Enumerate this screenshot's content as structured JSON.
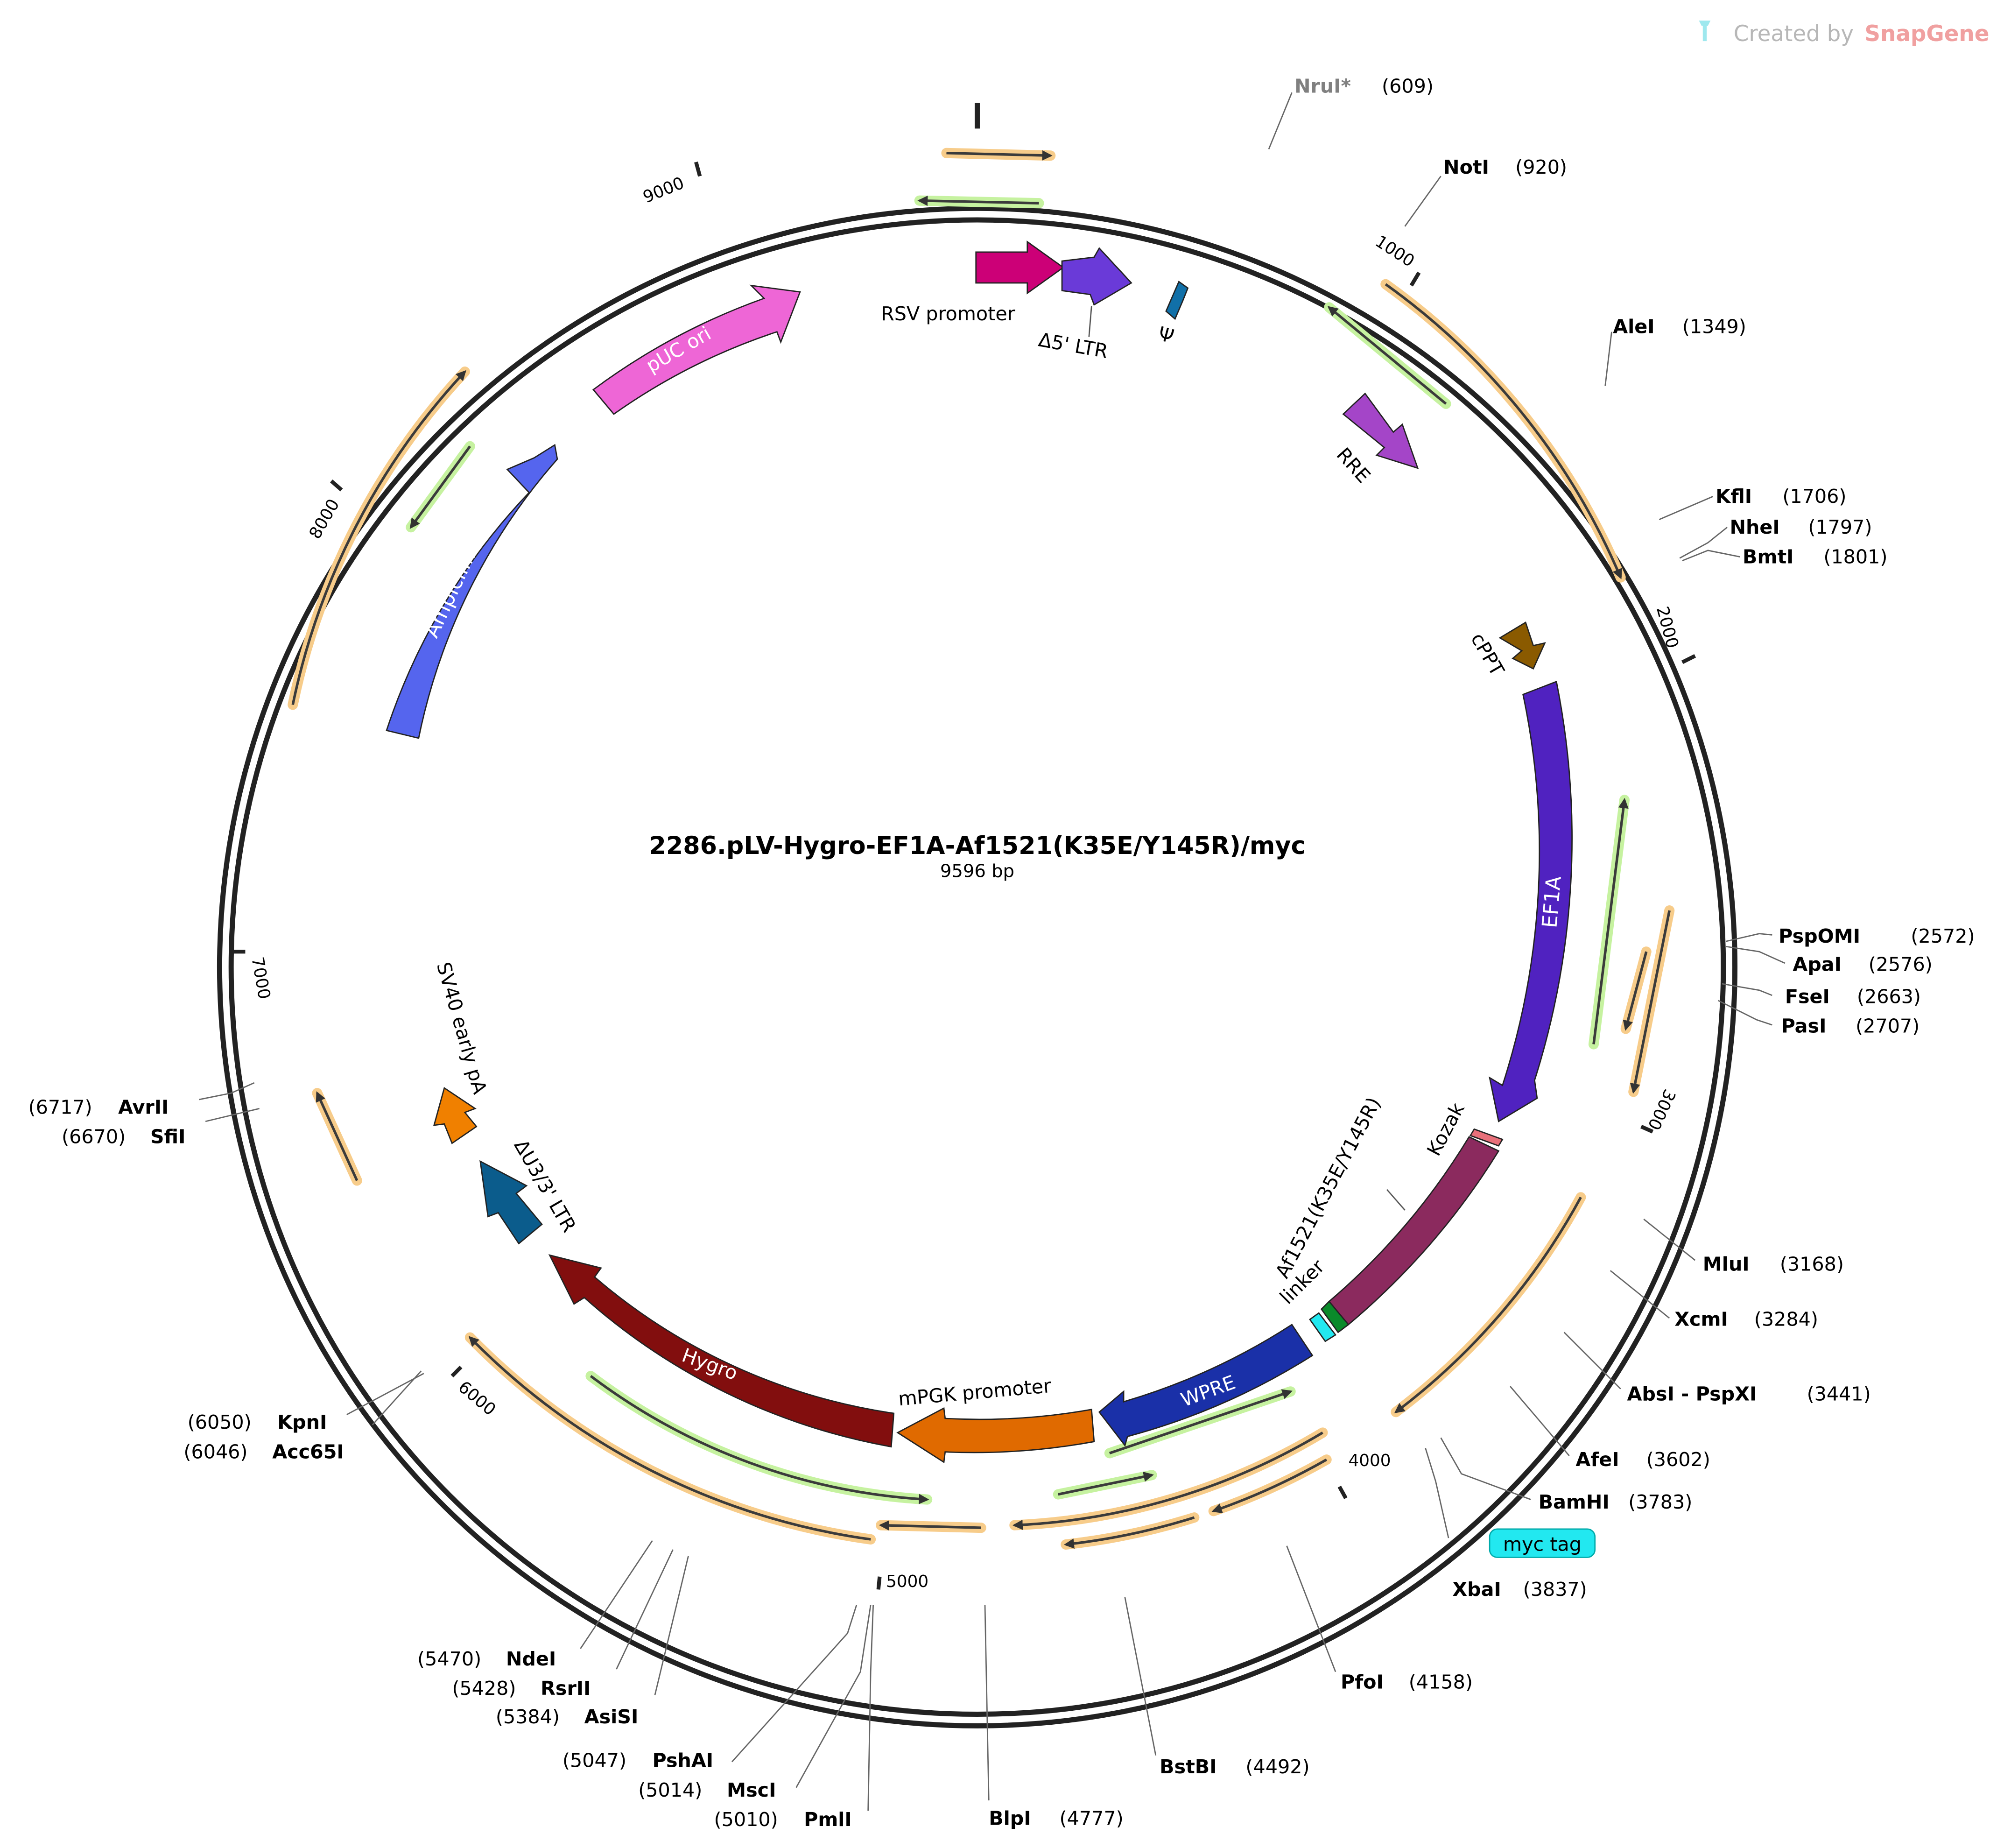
{
  "watermark": {
    "prefix": "Created by",
    "brand": "SnapGene"
  },
  "plasmid": {
    "name": "2286.pLV-Hygro-EF1A-Af1521(K35E/Y145R)/myc",
    "size_label": "9596 bp",
    "length": 9596
  },
  "ticks": [
    "1000",
    "2000",
    "3000",
    "4000",
    "5000",
    "6000",
    "7000",
    "8000",
    "9000"
  ],
  "features": [
    {
      "label": "RSV  promoter",
      "color": "#cc0077"
    },
    {
      "label": "Δ5' LTR",
      "color": "#6a3ad8"
    },
    {
      "label": "Ψ",
      "color": "#1170a8"
    },
    {
      "label": "RRE",
      "color": "#a445c8"
    },
    {
      "label": "cPPT",
      "color": "#8a5a00"
    },
    {
      "label": "EF1A",
      "color": "#5022c0"
    },
    {
      "label": "Kozak",
      "color": "#e8707a"
    },
    {
      "label": "Af1521(K35E/Y145R)",
      "color": "#8b2a5e"
    },
    {
      "label": "linker",
      "color": "#0a8a2a"
    },
    {
      "label": "myc tag",
      "color": "#22e8f0"
    },
    {
      "label": "WPRE",
      "color": "#1a30a8"
    },
    {
      "label": "mPGK promoter",
      "color": "#e06a00"
    },
    {
      "label": "Hygro",
      "color": "#820e0e"
    },
    {
      "label": "ΔU3/3' LTR",
      "color": "#0b5c8c"
    },
    {
      "label": "SV40 early pA",
      "color": "#f08000"
    },
    {
      "label": "Ampicillin",
      "color": "#5565ee"
    },
    {
      "label": "pUC ori",
      "color": "#ee66d6"
    }
  ],
  "sites": [
    {
      "name": "NruI*",
      "pos": "(609)"
    },
    {
      "name": "NotI",
      "pos": "(920)"
    },
    {
      "name": "AleI",
      "pos": "(1349)"
    },
    {
      "name": "KflI",
      "pos": "(1706)"
    },
    {
      "name": "NheI",
      "pos": "(1797)"
    },
    {
      "name": "BmtI",
      "pos": "(1801)"
    },
    {
      "name": "PspOMI",
      "pos": "(2572)"
    },
    {
      "name": "ApaI",
      "pos": "(2576)"
    },
    {
      "name": "FseI",
      "pos": "(2663)"
    },
    {
      "name": "PasI",
      "pos": "(2707)"
    },
    {
      "name": "MluI",
      "pos": "(3168)"
    },
    {
      "name": "XcmI",
      "pos": "(3284)"
    },
    {
      "name": "AbsI - PspXI",
      "pos": "(3441)"
    },
    {
      "name": "AfeI",
      "pos": "(3602)"
    },
    {
      "name": "BamHI",
      "pos": "(3783)"
    },
    {
      "name": "XbaI",
      "pos": "(3837)"
    },
    {
      "name": "PfoI",
      "pos": "(4158)"
    },
    {
      "name": "BstBI",
      "pos": "(4492)"
    },
    {
      "name": "BlpI",
      "pos": "(4777)"
    },
    {
      "name": "PmlI",
      "pos": "(5010)"
    },
    {
      "name": "MscI",
      "pos": "(5014)"
    },
    {
      "name": "PshAI",
      "pos": "(5047)"
    },
    {
      "name": "AsiSI",
      "pos": "(5384)"
    },
    {
      "name": "RsrII",
      "pos": "(5428)"
    },
    {
      "name": "NdeI",
      "pos": "(5470)"
    },
    {
      "name": "Acc65I",
      "pos": "(6046)"
    },
    {
      "name": "KpnI",
      "pos": "(6050)"
    },
    {
      "name": "SfiI",
      "pos": "(6670)"
    },
    {
      "name": "AvrII",
      "pos": "(6717)"
    }
  ],
  "colors": {
    "orf_fill": "#f7cc8a",
    "primer_fill": "#c6f2a0",
    "arrow_line": "#3b3b3b",
    "backbone": "#222222",
    "myc_badge": "#22e8f0"
  }
}
